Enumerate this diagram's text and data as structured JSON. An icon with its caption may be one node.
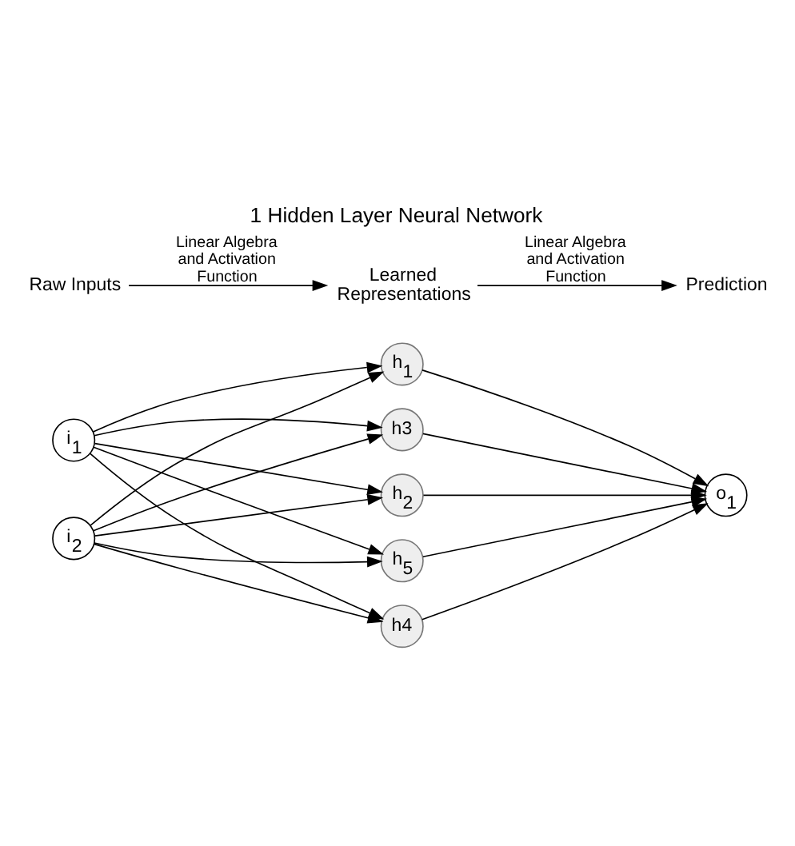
{
  "diagram": {
    "title": "1 Hidden Layer Neural Network",
    "nodes": [
      {
        "text": [
          "i$_{1}$"
        ]
      },
      {
        "text": [
          "i$_{2}$"
        ]
      },
      {
        "text": [
          "h$_{1}$"
        ]
      },
      {
        "text": [
          "h$_{2}$"
        ]
      },
      {
        "text": [
          "h3"
        ]
      },
      {
        "text": [
          "h4"
        ]
      },
      {
        "text": [
          "h$_{5}$"
        ]
      },
      {
        "text": [
          "o$_{1}$"
        ]
      },
      {
        "text": [
          "Raw Inputs"
        ]
      },
      {
        "text": [
          "Learned Representations"
        ]
      },
      {
        "text": [
          "Prediction"
        ]
      }
    ],
    "edges": [
      {
        "from": 0,
        "to": 2,
        "arrow": "to"
      },
      {
        "from": 0,
        "to": 3,
        "arrow": "to"
      },
      {
        "from": 0,
        "to": 4,
        "arrow": "to"
      },
      {
        "from": 0,
        "to": 5,
        "arrow": "to"
      },
      {
        "from": 0,
        "to": 6,
        "arrow": "to"
      },
      {
        "from": 1,
        "to": 2,
        "arrow": "to"
      },
      {
        "from": 1,
        "to": 3,
        "arrow": "to"
      },
      {
        "from": 1,
        "to": 4,
        "arrow": "to"
      },
      {
        "from": 1,
        "to": 5,
        "arrow": "to"
      },
      {
        "from": 1,
        "to": 6,
        "arrow": "to"
      },
      {
        "from": 2,
        "to": 7,
        "arrow": "to"
      },
      {
        "from": 3,
        "to": 7,
        "arrow": "to"
      },
      {
        "from": 4,
        "to": 7,
        "arrow": "to"
      },
      {
        "from": 5,
        "to": 7,
        "arrow": "to"
      },
      {
        "from": 6,
        "to": 7,
        "arrow": "to"
      },
      {
        "from": 8,
        "to": 9,
        "arrow": "to",
        "label": "Linear Algebra and Activation Function"
      },
      {
        "from": 9,
        "to": 10,
        "arrow": "to",
        "label": "Linear Algebra and Activation Function"
      }
    ]
  }
}
